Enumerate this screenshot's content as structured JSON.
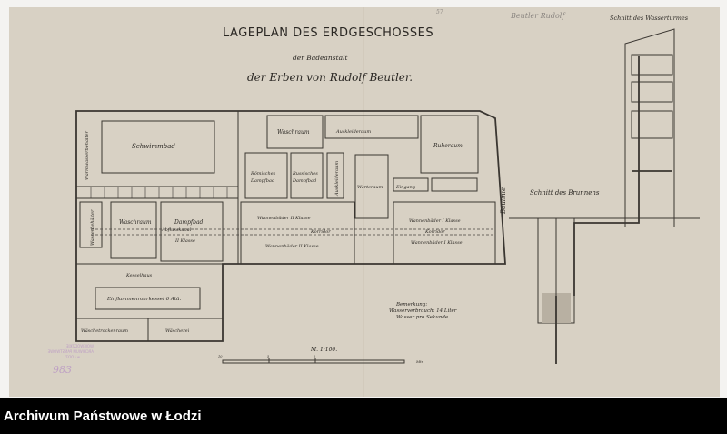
{
  "document": {
    "title": "LAGEPLAN DES ERDGESCHOSSES",
    "subtitle_1": "der Badeanstalt",
    "subtitle_2": "der Erben von Rudolf Beutler.",
    "sheet_number": "57",
    "pencil_note": "Beutler Rudolf",
    "scale": "M. 1:100.",
    "scale_unit": "Mtr.",
    "scale_ticks": [
      "10",
      "5",
      "0"
    ],
    "rooms": {
      "schwimmbad": "Schwimmbad",
      "warmwasserbehaelter": "Warmwasserbehälter",
      "waschraum_top": "Waschraum",
      "auskleideraum_top": "Auskleideraum",
      "ruheraum": "Ruheraum",
      "roemisches_1": "Römisches",
      "roemisches_2": "Dampfbad",
      "russisches_1": "Russisches",
      "russisches_2": "Dampfbad",
      "auskleideraum_side": "Auskleideraum",
      "warteraum": "Warteraum",
      "eingang": "Eingang",
      "wasserbehaelter": "Wasserbehälter",
      "waschraum_lower": "Waschraum",
      "dampfbad": "Dampfbad",
      "abflusskanal": "Abflusskanal",
      "dampfbad_klasse": "II Klasse",
      "wannenbaeder_2_top": "Wannenbäder II Klasse",
      "korridor_1": "Korridor",
      "wannenbaeder_2_bottom": "Wannenbäder II Klasse",
      "wannenbaeder_1_top": "Wannenbäder I Klasse",
      "korridor_2": "Korridor",
      "wannenbaeder_1_bottom": "Wannenbäder I Klasse",
      "kesselhaus": "Kesselhaus",
      "kessel": "Einflammenrohrkessel 6 Atü.",
      "waeschetrockenraum": "Wäschetrockenraum",
      "waescherei": "Wäscherei",
      "baulinie": "Baulinie"
    },
    "remark": {
      "heading": "Bemerkung:",
      "line_1": "Wasserverbrauch: 14 Liter",
      "line_2": "Wasser pro Sekunde."
    },
    "sections": {
      "brunnen": "Schnitt des Brunnens",
      "wasserturm": "Schnitt des Wasserturmes"
    },
    "stamp": {
      "text": "WOJEWÓDZKIE ARCHIWUM PAŃSTWOWE w ŁODZI",
      "number": "983",
      "color": "#b58fc4"
    },
    "paper_color": "#d8d1c4",
    "ink_color": "#3a3631"
  },
  "footer": {
    "archive_name": "Archiwum Państwowe w Łodzi"
  }
}
